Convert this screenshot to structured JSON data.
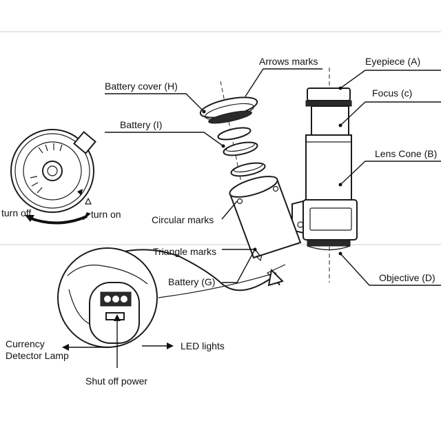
{
  "labels": {
    "arrows_marks": "Arrows marks",
    "eyepiece": "Eyepiece (A)",
    "battery_cover": "Battery cover (H)",
    "focus": "Focus (c)",
    "battery_i": "Battery (I)",
    "lens_cone": "Lens Cone (B)",
    "turn_off": "turn off",
    "turn_on": "turn on",
    "circular_marks": "Circular marks",
    "triangle_marks": "Triangle marks",
    "battery_g": "Battery (G)",
    "objective": "Objective (D)",
    "currency_line1": "Currency",
    "currency_line2": "Detector Lamp",
    "led_lights": "LED lights",
    "shut_off_power": "Shut off power"
  },
  "colors": {
    "line": "#111111",
    "background": "#ffffff"
  }
}
